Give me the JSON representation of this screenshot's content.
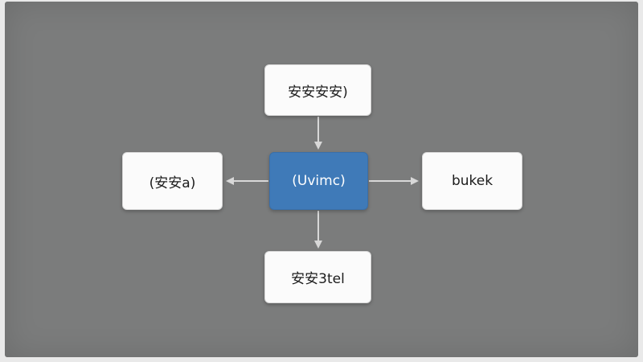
{
  "diagram": {
    "nodes": {
      "top": "安安安安)",
      "left": "(安安a)",
      "center": "(Uvimc)",
      "right": "bukek",
      "bottom": "安安3tel"
    }
  },
  "colors": {
    "background": "#7b7c7c",
    "node_fill": "#fbfbfb",
    "center_fill": "#3f7ab8",
    "arrow": "#d8d8d8"
  }
}
